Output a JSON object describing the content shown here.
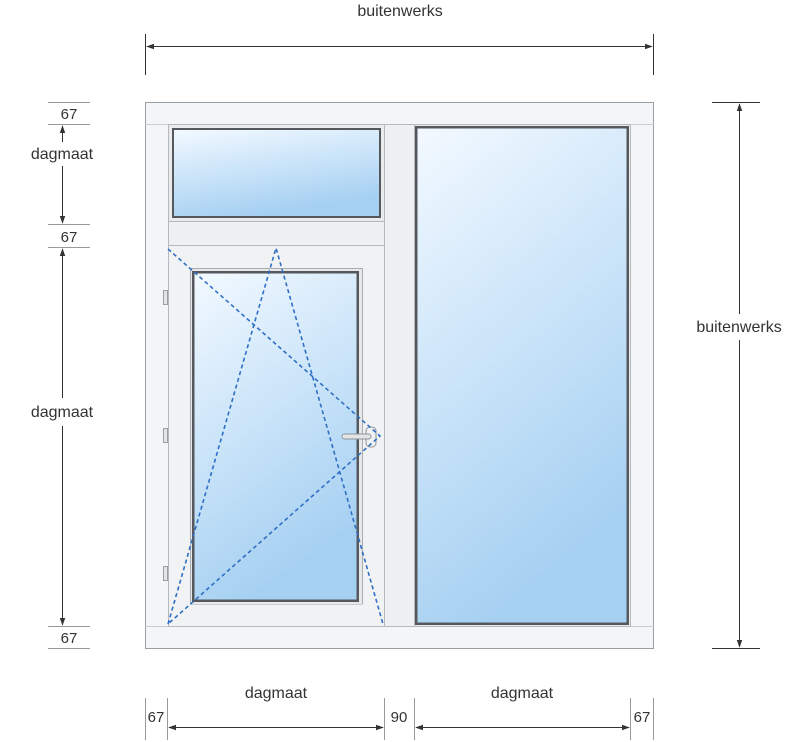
{
  "dimensions": {
    "top_width": "buitenwerks",
    "right_height": "buitenwerks",
    "left_top_frame": "67",
    "left_top_daylight": "dagmaat",
    "left_transom": "67",
    "left_bottom_daylight": "dagmaat",
    "left_bottom_frame": "67",
    "bottom_left_frame": "67",
    "bottom_left_daylight": "dagmaat",
    "bottom_mullion": "90",
    "bottom_right_daylight": "dagmaat",
    "bottom_right_frame": "67"
  },
  "colors": {
    "frame_fill": "#f4f5f6",
    "frame_stroke": "#9a9fa5",
    "glass_top": "#f2f8fe",
    "glass_bottom": "#a9d2f3",
    "opening_line": "#2f6fc4",
    "dimension_line": "#333333"
  }
}
